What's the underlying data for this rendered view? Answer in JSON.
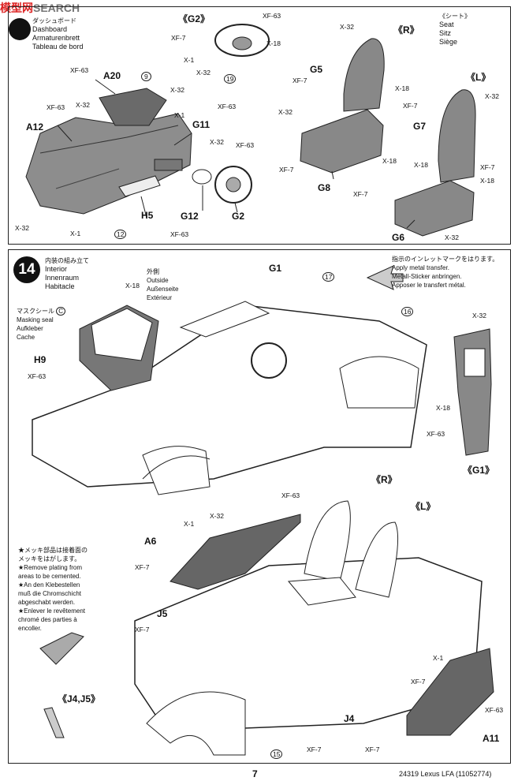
{
  "watermark": {
    "part1": "模型网",
    "part2": "SEARCH"
  },
  "section_dashboard": {
    "jp": "ダッシュボード",
    "lines": [
      "Dashboard",
      "Armaturenbrett",
      "Tableau de bord"
    ]
  },
  "section_seat": {
    "jp": "《シート》",
    "lines": [
      "Seat",
      "Sitz",
      "Siège"
    ]
  },
  "views": {
    "g2": "《G2》",
    "r": "《R》",
    "l": "《L》",
    "g1": "《G1》",
    "j4j5": "《J4,J5》"
  },
  "parts_top": {
    "a20": "A20",
    "a12": "A12",
    "g11": "G11",
    "h5": "H5",
    "g12": "G12",
    "g2": "G2",
    "g5": "G5",
    "g7": "G7",
    "g8": "G8",
    "g6": "G6",
    "xf63": "XF-63",
    "x32": "X-32",
    "x1": "X-1",
    "x18": "X-18",
    "xf7": "XF-7",
    "n9": "9",
    "n12": "12",
    "n19": "19"
  },
  "step14": {
    "number": "14",
    "jp": "内装の組み立て",
    "lines": [
      "Interior",
      "Innenraum",
      "Habitacle"
    ]
  },
  "outside": {
    "jp": "外側",
    "lines": [
      "Outside",
      "Außenseite",
      "Extérieur"
    ]
  },
  "mask": {
    "jp": "マスクシール",
    "code": "C",
    "lines": [
      "Masking seal",
      "Aufkleber",
      "Cache"
    ]
  },
  "metal": {
    "jp": "指示のインレットマークをはります。",
    "lines": [
      "Apply metal transfer.",
      "Metall-Sticker anbringen.",
      "Apposer le transfert métal."
    ]
  },
  "plating": {
    "lines": [
      "★メッキ部品は接着面の",
      "メッキをはがします。",
      "★Remove plating from",
      "areas to be cemented.",
      "★An den Klebestellen",
      "muß die Chromschicht",
      "abgeschabt werden.",
      "★Enlever le revêtement",
      "chromé des parties à",
      "encoller."
    ]
  },
  "parts_bottom": {
    "g1": "G1",
    "h9": "H9",
    "a6": "A6",
    "j5": "J5",
    "j4": "J4",
    "a11": "A11",
    "n15": "15",
    "n16": "16",
    "n17": "17"
  },
  "footer": {
    "page": "7",
    "code": "24319 Lexus LFA (11052774)"
  }
}
